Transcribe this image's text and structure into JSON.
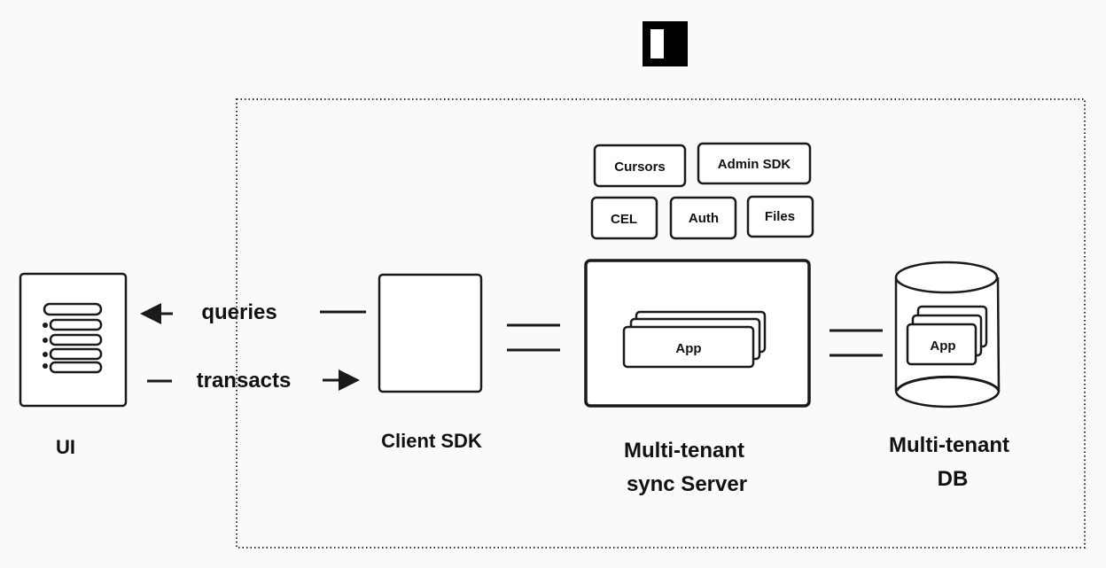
{
  "diagram": {
    "nodes": {
      "ui": {
        "label": "UI"
      },
      "client_sdk": {
        "label": "Client SDK"
      },
      "server": {
        "label_line1": "Multi-tenant",
        "label_line2": "sync Server",
        "inner": "App"
      },
      "db": {
        "label_line1": "Multi-tenant",
        "label_line2": "DB",
        "inner": "App"
      }
    },
    "modules": [
      "Cursors",
      "Admin SDK",
      "CEL",
      "Auth",
      "Files"
    ],
    "edges": {
      "queries": "queries",
      "transacts": "transacts"
    },
    "colors": {
      "background": "#f9fafb",
      "stroke": "#1a1a1a",
      "fill": "#ffffff"
    }
  }
}
